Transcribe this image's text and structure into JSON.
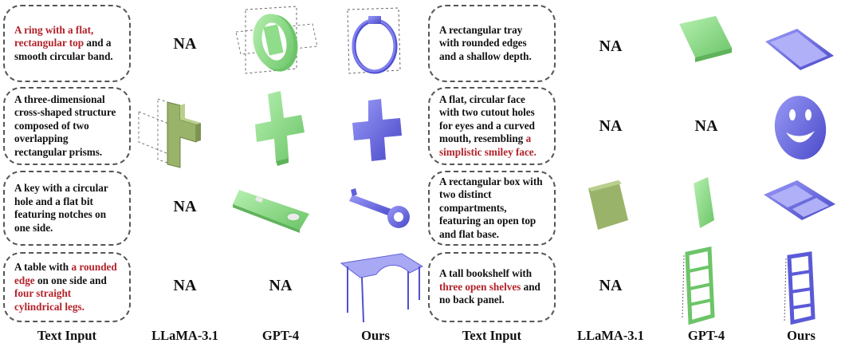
{
  "headers": {
    "text_input_left": "Text Input",
    "llama_left": "LLaMA-3.1",
    "gpt4_left": "GPT-4",
    "ours_left": "Ours",
    "text_input_right": "Text Input",
    "llama_right": "LLaMA-3.1",
    "gpt4_right": "GPT-4",
    "ours_right": "Ours"
  },
  "na_label": "NA",
  "prompts": {
    "ring": [
      "A ring with a flat, rectangular top",
      " and a smooth circular band."
    ],
    "cross": [
      "A three-dimensional cross-shaped structure composed of two overlapping rectangular prisms."
    ],
    "key": [
      "A key with a circular hole and a flat bit featuring notches on one side."
    ],
    "table": [
      "A table with ",
      "a rounded edge",
      " on one side and ",
      "four straight cylindrical legs."
    ],
    "tray": [
      "A rectangular tray with rounded edges and a shallow depth."
    ],
    "smiley": [
      "A flat, circular face with two cutout holes for eyes and a curved mouth, resembling ",
      "a simplistic smiley face."
    ],
    "box": [
      "A rectangular box with two distinct compartments, featuring an open top and flat base."
    ],
    "shelf": [
      "A tall bookshelf with ",
      "three open shelves",
      " and no back panel."
    ]
  },
  "colors": {
    "highlight": "#b2222a",
    "green": "#8fdc8a",
    "blue": "#7070e6",
    "olive": "#9ab36a"
  }
}
